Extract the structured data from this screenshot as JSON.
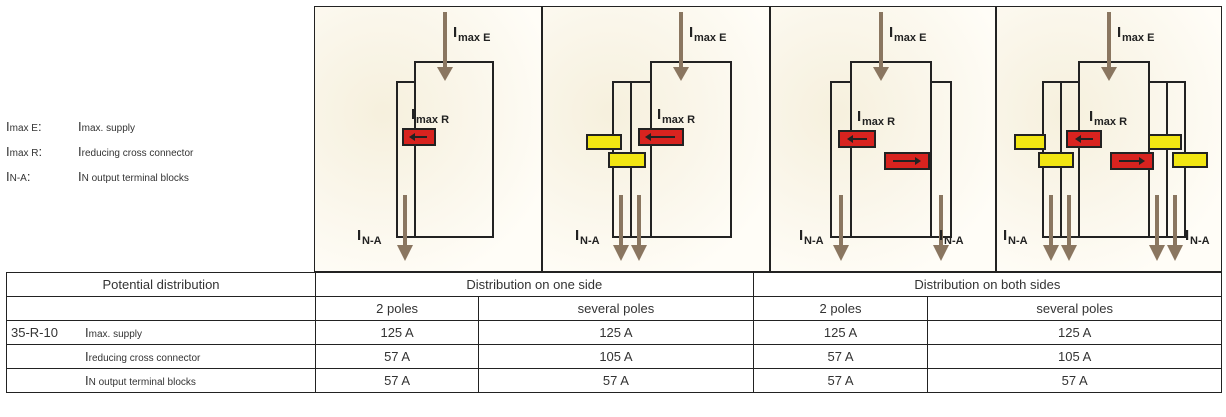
{
  "legend": [
    {
      "sym": "I",
      "sym_sub": "max E",
      "sep": ":",
      "desc": "I",
      "desc_sub": "max. supply"
    },
    {
      "sym": "I",
      "sym_sub": "max R",
      "sep": ":",
      "desc": "I",
      "desc_sub": "reducing cross connector"
    },
    {
      "sym": "I",
      "sym_sub": "N-A",
      "sep": ":",
      "desc": "I",
      "desc_sub": "N output terminal blocks"
    }
  ],
  "diagram_labels": {
    "imax_e": "I",
    "imax_e_sub": "max E",
    "imax_r": "I",
    "imax_r_sub": "max R",
    "in_a": "I",
    "in_a_sub": "N-A"
  },
  "table": {
    "header": [
      "Potential distribution",
      "Distribution on one side",
      "Distribution on both sides"
    ],
    "subheader": [
      "",
      "2 poles",
      "several poles",
      "2 poles",
      "several poles"
    ],
    "model": "35-R-10",
    "rows": [
      {
        "label": "I",
        "label_sub": "max. supply",
        "values": [
          "125 A",
          "125 A",
          "125 A",
          "125 A"
        ]
      },
      {
        "label": "I",
        "label_sub": "reducing cross connector",
        "values": [
          "57 A",
          "105 A",
          "57 A",
          "105 A"
        ]
      },
      {
        "label": "I",
        "label_sub": "N output terminal blocks",
        "values": [
          "57 A",
          "57 A",
          "57 A",
          "57 A"
        ]
      }
    ]
  },
  "colors": {
    "arrow": "#8a7660",
    "red_bar": "#d8231f",
    "yellow_bar": "#f2e612",
    "frame": "#222222"
  }
}
